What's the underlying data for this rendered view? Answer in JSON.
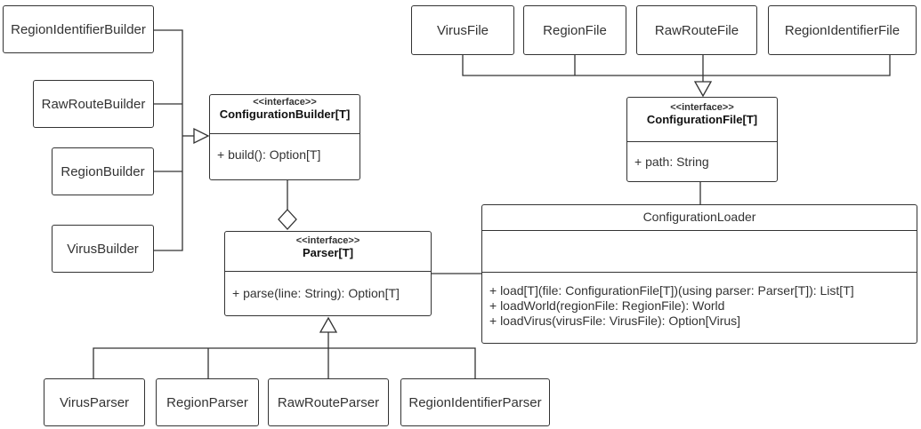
{
  "builders": [
    {
      "name": "RegionIdentifierBuilder"
    },
    {
      "name": "RawRouteBuilder"
    },
    {
      "name": "RegionBuilder"
    },
    {
      "name": "VirusBuilder"
    }
  ],
  "files": [
    {
      "name": "VirusFile"
    },
    {
      "name": "RegionFile"
    },
    {
      "name": "RawRouteFile"
    },
    {
      "name": "RegionIdentifierFile"
    }
  ],
  "parsers": [
    {
      "name": "VirusParser"
    },
    {
      "name": "RegionParser"
    },
    {
      "name": "RawRouteParser"
    },
    {
      "name": "RegionIdentifierParser"
    }
  ],
  "configuration_builder": {
    "stereotype": "<<interface>>",
    "name": "ConfigurationBuilder[T]",
    "members": [
      "+ build(): Option[T]"
    ]
  },
  "configuration_file": {
    "stereotype": "<<interface>>",
    "name": "ConfigurationFile[T]",
    "members": [
      "+ path: String"
    ]
  },
  "parser": {
    "stereotype": "<<interface>>",
    "name": "Parser[T]",
    "members": [
      "+ parse(line: String): Option[T]"
    ]
  },
  "configuration_loader": {
    "name": "ConfigurationLoader",
    "methods": [
      "+ load[T](file: ConfigurationFile[T])(using parser: Parser[T]): List[T]",
      "+ loadWorld(regionFile: RegionFile): World",
      "+ loadVirus(virusFile: VirusFile): Option[Virus]"
    ]
  },
  "colors": {
    "stroke": "#333333",
    "background": "#ffffff",
    "text": "#333333"
  }
}
